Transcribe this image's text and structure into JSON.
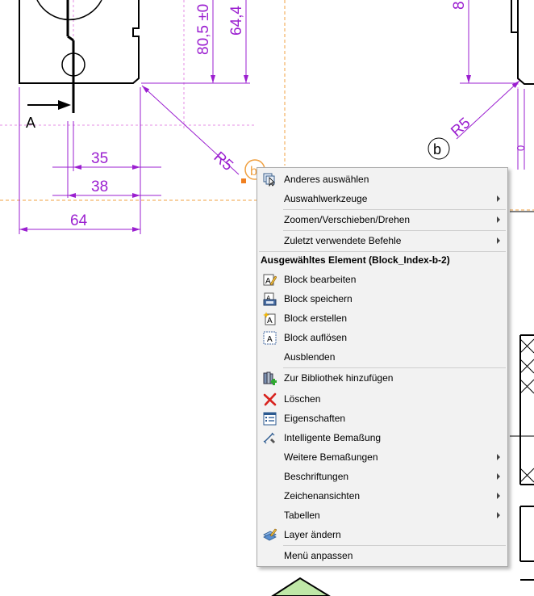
{
  "drawing": {
    "dimensions": {
      "dim_35": "35",
      "dim_38": "38",
      "dim_64": "64",
      "dim_80_5": "80,5 ±0",
      "dim_64_4": "64,4",
      "dim_8": "8",
      "radius_left": "R5",
      "radius_right": "R5"
    },
    "labels": {
      "view_a": "A",
      "balloon_b": "b",
      "balloon_b_small": "b",
      "edge_zero": "0"
    }
  },
  "context_menu": {
    "select_other": "Anderes auswählen",
    "selection_tools": "Auswahlwerkzeuge",
    "zoom_pan_rotate": "Zoomen/Verschieben/Drehen",
    "recent_commands": "Zuletzt verwendete Befehle",
    "selected_element_header": "Ausgewähltes Element (Block_Index-b-2)",
    "edit_block": "Block bearbeiten",
    "save_block": "Block speichern",
    "create_block": "Block erstellen",
    "explode_block": "Block auflösen",
    "hide": "Ausblenden",
    "add_to_library": "Zur Bibliothek hinzufügen",
    "delete": "Löschen",
    "properties": "Eigenschaften",
    "smart_dimension": "Intelligente Bemaßung",
    "more_dimensions": "Weitere Bemaßungen",
    "annotations": "Beschriftungen",
    "drawing_views": "Zeichenansichten",
    "tables": "Tabellen",
    "change_layer": "Layer ändern",
    "customize_menu": "Menü anpassen"
  },
  "colors": {
    "dimension": "#9b1fd0",
    "centerline": "#e58ee5",
    "construction": "#f0a040",
    "geometry": "#000000",
    "menu_bg": "#f2f2f2"
  }
}
